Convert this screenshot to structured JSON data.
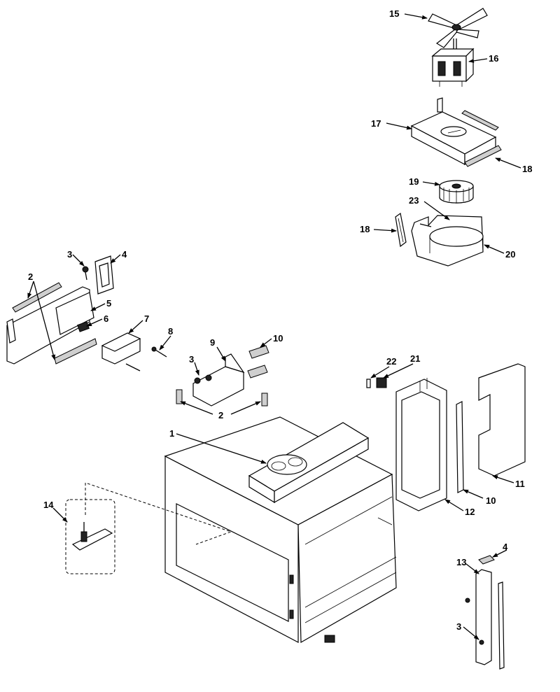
{
  "diagram": {
    "part_labels": [
      {
        "id": "p1",
        "text": "1"
      },
      {
        "id": "p2a",
        "text": "2"
      },
      {
        "id": "p2b",
        "text": "2"
      },
      {
        "id": "p3a",
        "text": "3"
      },
      {
        "id": "p3b",
        "text": "3"
      },
      {
        "id": "p3c",
        "text": "3"
      },
      {
        "id": "p4a",
        "text": "4"
      },
      {
        "id": "p4b",
        "text": "4"
      },
      {
        "id": "p5",
        "text": "5"
      },
      {
        "id": "p6",
        "text": "6"
      },
      {
        "id": "p7",
        "text": "7"
      },
      {
        "id": "p8",
        "text": "8"
      },
      {
        "id": "p9",
        "text": "9"
      },
      {
        "id": "p10a",
        "text": "10"
      },
      {
        "id": "p10b",
        "text": "10"
      },
      {
        "id": "p11",
        "text": "11"
      },
      {
        "id": "p12",
        "text": "12"
      },
      {
        "id": "p13",
        "text": "13"
      },
      {
        "id": "p14",
        "text": "14"
      },
      {
        "id": "p15",
        "text": "15"
      },
      {
        "id": "p16",
        "text": "16"
      },
      {
        "id": "p17",
        "text": "17"
      },
      {
        "id": "p18a",
        "text": "18"
      },
      {
        "id": "p18b",
        "text": "18"
      },
      {
        "id": "p19",
        "text": "19"
      },
      {
        "id": "p20",
        "text": "20"
      },
      {
        "id": "p21",
        "text": "21"
      },
      {
        "id": "p22",
        "text": "22"
      },
      {
        "id": "p23",
        "text": "23"
      }
    ]
  }
}
